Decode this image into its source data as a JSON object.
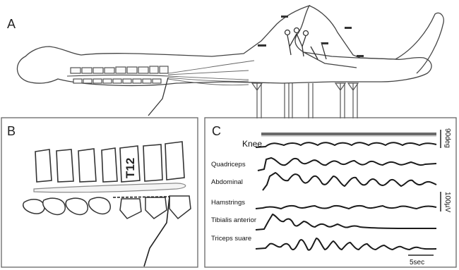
{
  "panels": {
    "a": {
      "letter": "A"
    },
    "b": {
      "letter": "B",
      "vertebra_label": "T12"
    },
    "c": {
      "letter": "C",
      "knee_label": "Knee",
      "traces": [
        {
          "label": "Quadriceps"
        },
        {
          "label": "Abdominal"
        },
        {
          "label": "Hamstrings"
        },
        {
          "label": "Tibialis anterior"
        },
        {
          "label": "Triceps suare"
        }
      ],
      "scales": {
        "angle": "90deg",
        "voltage": "100µV",
        "time": "5sec"
      }
    }
  }
}
